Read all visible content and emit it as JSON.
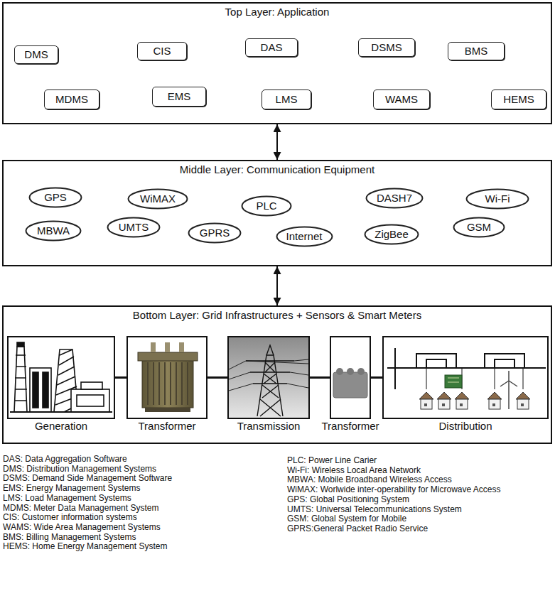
{
  "diagram": {
    "nodes": [
      {
        "text": [
          "Top Layer: Application"
        ]
      },
      {
        "text": [
          "DMS"
        ],
        "in": 0
      },
      {
        "text": [
          "CIS"
        ],
        "in": 0
      },
      {
        "text": [
          "DAS"
        ],
        "in": 0
      },
      {
        "text": [
          "DSMS"
        ],
        "in": 0
      },
      {
        "text": [
          "BMS"
        ],
        "in": 0
      },
      {
        "text": [
          "MDMS"
        ],
        "in": 0
      },
      {
        "text": [
          "EMS"
        ],
        "in": 0
      },
      {
        "text": [
          "LMS"
        ],
        "in": 0
      },
      {
        "text": [
          "WAMS"
        ],
        "in": 0
      },
      {
        "text": [
          "HEMS"
        ],
        "in": 0
      },
      {
        "text": [
          "Middle Layer: Communication Equipment"
        ]
      },
      {
        "text": [
          "GPS"
        ],
        "in": 11
      },
      {
        "text": [
          "WiMAX"
        ],
        "in": 11
      },
      {
        "text": [
          "PLC"
        ],
        "in": 11
      },
      {
        "text": [
          "DASH7"
        ],
        "in": 11
      },
      {
        "text": [
          "Wi-Fi"
        ],
        "in": 11
      },
      {
        "text": [
          "MBWA"
        ],
        "in": 11
      },
      {
        "text": [
          "UMTS"
        ],
        "in": 11
      },
      {
        "text": [
          "GPRS"
        ],
        "in": 11
      },
      {
        "text": [
          "Internet"
        ],
        "in": 11
      },
      {
        "text": [
          "ZigBee"
        ],
        "in": 11
      },
      {
        "text": [
          "GSM"
        ],
        "in": 11
      },
      {
        "text": [
          "Bottom Layer: Grid Infrastructures + Sensors & Smart Meters"
        ]
      },
      {
        "text": [
          "Generation"
        ],
        "in": 23
      },
      {
        "text": [
          "Transformer"
        ],
        "in": 23
      },
      {
        "text": [
          "Transmission"
        ],
        "in": 23
      },
      {
        "text": [
          "Transformer"
        ],
        "in": 23
      },
      {
        "text": [
          "Distribution"
        ],
        "in": 23
      }
    ],
    "edges": [
      {
        "from": 0,
        "to": 11,
        "arrow": "both"
      },
      {
        "from": 11,
        "to": 23,
        "arrow": "both"
      },
      {
        "from": 24,
        "to": 25,
        "arrow": "none"
      },
      {
        "from": 25,
        "to": 26,
        "arrow": "none"
      },
      {
        "from": 26,
        "to": 27,
        "arrow": "none"
      },
      {
        "from": 27,
        "to": 28,
        "arrow": "none"
      }
    ],
    "labels": [
      "DAS: Data Aggregation Software",
      "DMS: Distribution Management Systems",
      "DSMS: Demand Side Management Software",
      "EMS: Energy Management Systems",
      "LMS: Load Management Systems",
      "MDMS: Meter Data Management System",
      "CIS: Customer information systems",
      "WAMS: Wide Area Management Systems",
      "BMS: Billing Management Systems",
      "HEMS: Home Energy Management System",
      "PLC: Power Line Carier",
      "Wi-Fi: Wireless Local Area Network",
      "MBWA: Mobile Broadband Wireless Access",
      "WiMAX: Worlwide inter-operability for Microwave Access",
      "GPS: Global Positioning System",
      "UMTS: Universal Telecommunications System",
      "GSM: Global System for Mobile",
      "GPRS:General Packet Radio Service"
    ]
  }
}
